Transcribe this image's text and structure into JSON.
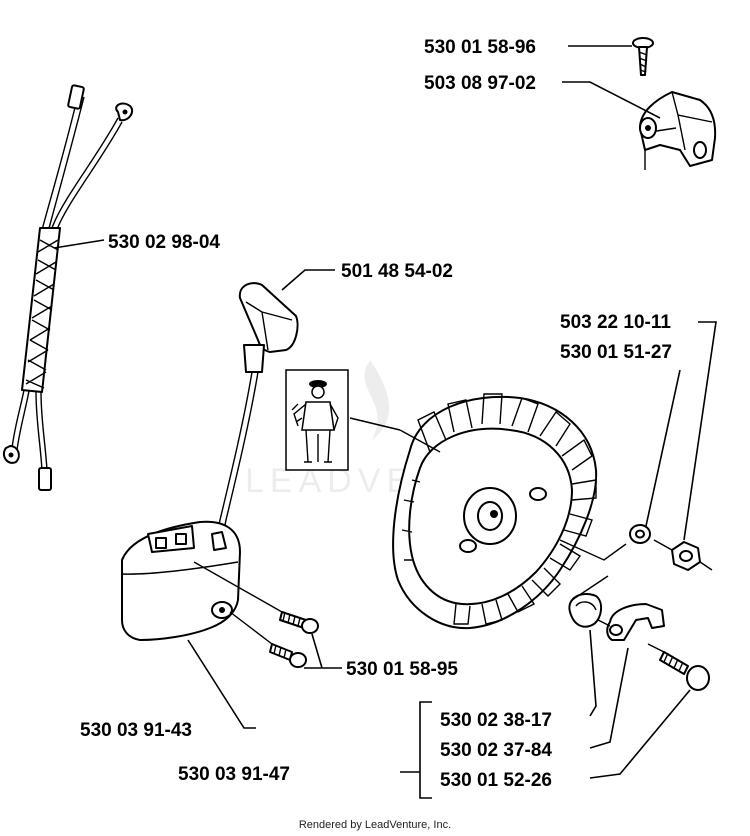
{
  "callouts": {
    "screw_top": "530 01 58-96",
    "bracket": "503 08 97-02",
    "wire_harness": "530 02 98-04",
    "spark_cap": "501 48 54-02",
    "washer": "503 22 10-11",
    "nut": "530 01 51-27",
    "coil_screws": "530 01 58-95",
    "coil": "530 03 91-43",
    "coil_kit": "530 03 91-47",
    "spring": "530 02 38-17",
    "pawl": "530 02 37-84",
    "pawl_screw": "530 01 52-26"
  },
  "watermark": "LEADVENTURE",
  "footer": "Rendered by LeadVenture, Inc.",
  "colors": {
    "ink": "#000000",
    "paper": "#ffffff"
  }
}
